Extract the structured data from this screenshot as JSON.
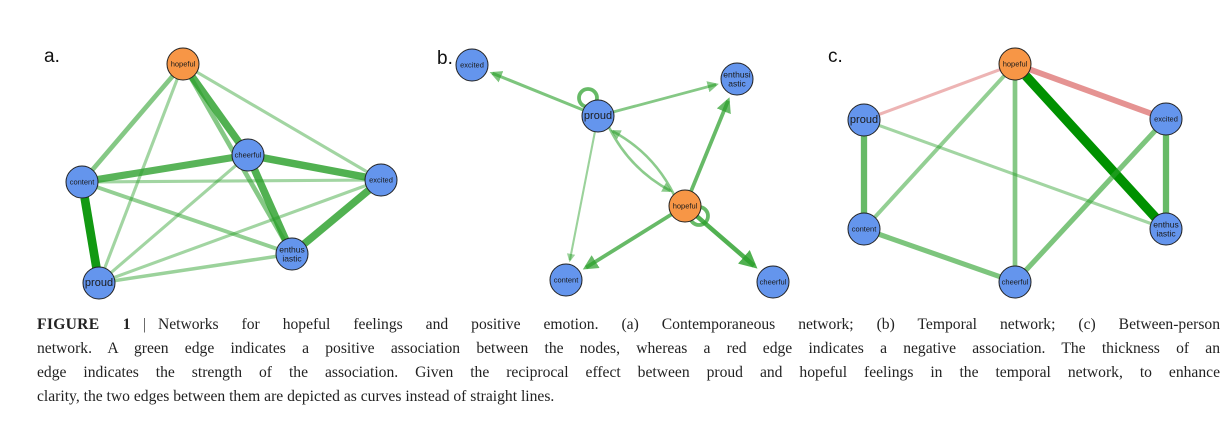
{
  "colors": {
    "positive": "#2ca02c",
    "positive_dark": "#009100",
    "negative": "#d9605f",
    "node_blue": "#6495ED",
    "node_orange": "#F79646",
    "node_stroke": "#222222"
  },
  "panels": [
    {
      "label": "a.",
      "directed": false,
      "nodes": [
        {
          "id": "hopeful",
          "text": [
            "hopeful"
          ],
          "type": "focal"
        },
        {
          "id": "cheerful",
          "text": [
            "cheerful"
          ],
          "type": "emotion"
        },
        {
          "id": "content",
          "text": [
            "content"
          ],
          "type": "emotion"
        },
        {
          "id": "excited",
          "text": [
            "excited"
          ],
          "type": "emotion"
        },
        {
          "id": "enthusiastic",
          "text": [
            "enthus",
            "iastic"
          ],
          "type": "emotion"
        },
        {
          "id": "proud",
          "text": [
            "proud"
          ],
          "type": "emotion"
        }
      ],
      "edges": [
        {
          "from": "hopeful",
          "to": "content",
          "sign": "+",
          "strength": 0.4
        },
        {
          "from": "hopeful",
          "to": "proud",
          "sign": "+",
          "strength": 0.2
        },
        {
          "from": "hopeful",
          "to": "cheerful",
          "sign": "+",
          "strength": 0.75
        },
        {
          "from": "hopeful",
          "to": "enthusiastic",
          "sign": "+",
          "strength": 0.4
        },
        {
          "from": "hopeful",
          "to": "excited",
          "sign": "+",
          "strength": 0.2
        },
        {
          "from": "cheerful",
          "to": "content",
          "sign": "+",
          "strength": 0.7
        },
        {
          "from": "cheerful",
          "to": "excited",
          "sign": "+",
          "strength": 0.75
        },
        {
          "from": "cheerful",
          "to": "enthusiastic",
          "sign": "+",
          "strength": 0.75
        },
        {
          "from": "cheerful",
          "to": "proud",
          "sign": "+",
          "strength": 0.2
        },
        {
          "from": "content",
          "to": "excited",
          "sign": "+",
          "strength": 0.2
        },
        {
          "from": "content",
          "to": "enthusiastic",
          "sign": "+",
          "strength": 0.3
        },
        {
          "from": "content",
          "to": "proud",
          "sign": "+",
          "strength": 0.9
        },
        {
          "from": "excited",
          "to": "enthusiastic",
          "sign": "+",
          "strength": 0.75
        },
        {
          "from": "excited",
          "to": "proud",
          "sign": "+",
          "strength": 0.2
        },
        {
          "from": "enthusiastic",
          "to": "proud",
          "sign": "+",
          "strength": 0.25
        }
      ]
    },
    {
      "label": "b.",
      "directed": true,
      "nodes": [
        {
          "id": "excited",
          "text": [
            "excited"
          ],
          "type": "emotion"
        },
        {
          "id": "enthusiastic",
          "text": [
            "enthusi",
            "astic"
          ],
          "type": "emotion"
        },
        {
          "id": "proud",
          "text": [
            "proud"
          ],
          "type": "emotion"
        },
        {
          "id": "hopeful",
          "text": [
            "hopeful"
          ],
          "type": "focal"
        },
        {
          "id": "content",
          "text": [
            "content"
          ],
          "type": "emotion"
        },
        {
          "id": "cheerful",
          "text": [
            "cheerful"
          ],
          "type": "emotion"
        }
      ],
      "edges": [
        {
          "from": "proud",
          "to": "excited",
          "sign": "+",
          "strength": 0.45
        },
        {
          "from": "proud",
          "to": "proud",
          "sign": "+",
          "strength": 0.6
        },
        {
          "from": "proud",
          "to": "enthusiastic",
          "sign": "+",
          "strength": 0.4
        },
        {
          "from": "hopeful",
          "to": "enthusiastic",
          "sign": "+",
          "strength": 0.6
        },
        {
          "from": "proud",
          "to": "content",
          "sign": "+",
          "strength": 0.25
        },
        {
          "from": "proud",
          "to": "hopeful",
          "sign": "+",
          "strength": 0.35,
          "curved": true
        },
        {
          "from": "hopeful",
          "to": "proud",
          "sign": "+",
          "strength": 0.35,
          "curved": true
        },
        {
          "from": "hopeful",
          "to": "content",
          "sign": "+",
          "strength": 0.6
        },
        {
          "from": "hopeful",
          "to": "hopeful",
          "sign": "+",
          "strength": 0.6
        },
        {
          "from": "hopeful",
          "to": "cheerful",
          "sign": "+",
          "strength": 0.75
        }
      ]
    },
    {
      "label": "c.",
      "directed": false,
      "nodes": [
        {
          "id": "hopeful",
          "text": [
            "hopeful"
          ],
          "type": "focal"
        },
        {
          "id": "proud",
          "text": [
            "proud"
          ],
          "type": "emotion"
        },
        {
          "id": "excited",
          "text": [
            "excited"
          ],
          "type": "emotion"
        },
        {
          "id": "content",
          "text": [
            "content"
          ],
          "type": "emotion"
        },
        {
          "id": "enthusiastic",
          "text": [
            "enthus",
            "iastic"
          ],
          "type": "emotion"
        },
        {
          "id": "cheerful",
          "text": [
            "cheerful"
          ],
          "type": "emotion"
        }
      ],
      "edges": [
        {
          "from": "hopeful",
          "to": "proud",
          "sign": "-",
          "strength": 0.2
        },
        {
          "from": "hopeful",
          "to": "excited",
          "sign": "-",
          "strength": 0.55
        },
        {
          "from": "hopeful",
          "to": "enthusiastic",
          "sign": "+",
          "strength": 1.0
        },
        {
          "from": "hopeful",
          "to": "content",
          "sign": "+",
          "strength": 0.3
        },
        {
          "from": "hopeful",
          "to": "cheerful",
          "sign": "+",
          "strength": 0.4
        },
        {
          "from": "proud",
          "to": "content",
          "sign": "+",
          "strength": 0.6
        },
        {
          "from": "proud",
          "to": "enthusiastic",
          "sign": "+",
          "strength": 0.2
        },
        {
          "from": "excited",
          "to": "enthusiastic",
          "sign": "+",
          "strength": 0.6
        },
        {
          "from": "excited",
          "to": "cheerful",
          "sign": "+",
          "strength": 0.45
        },
        {
          "from": "content",
          "to": "cheerful",
          "sign": "+",
          "strength": 0.45
        }
      ]
    }
  ],
  "caption": {
    "figure_label": "FIGURE 1",
    "separator": "|",
    "lines": [
      "Networks for hopeful feelings and positive emotion. (a) Contemporaneous network; (b) Temporal network; (c) Between-person",
      "network. A green edge indicates a positive association between the nodes, whereas a red edge indicates a negative association. The thickness of an",
      "edge indicates the strength of the association. Given the reciprocal effect between proud and hopeful feelings in the temporal network, to enhance",
      "clarity, the two edges between them are depicted as curves instead of straight lines."
    ]
  }
}
